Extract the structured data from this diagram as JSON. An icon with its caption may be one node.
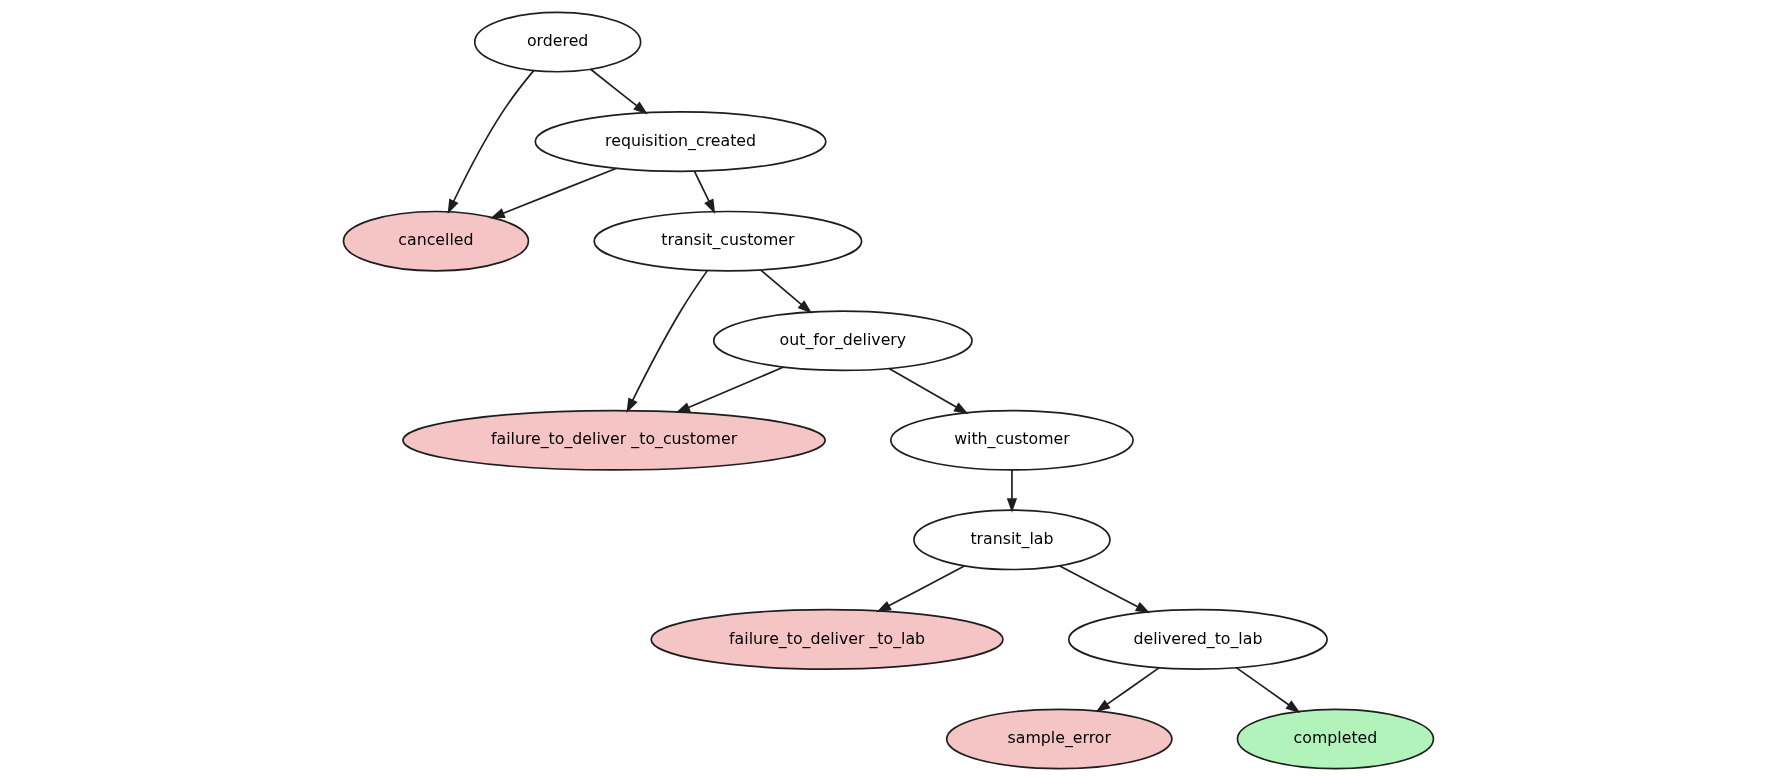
{
  "diagram": {
    "nodes": [
      {
        "text": [
          "ordered"
        ]
      },
      {
        "text": [
          "cancelled"
        ]
      },
      {
        "text": [
          "requisition_created"
        ]
      },
      {
        "text": [
          "transit_customer"
        ]
      },
      {
        "text": [
          "failure_to_deliver _to_customer"
        ]
      },
      {
        "text": [
          "out_for_delivery"
        ]
      },
      {
        "text": [
          "with_customer"
        ]
      },
      {
        "text": [
          "transit_lab"
        ]
      },
      {
        "text": [
          "failure_to_deliver _to_lab"
        ]
      },
      {
        "text": [
          "delivered_to_lab"
        ]
      },
      {
        "text": [
          "sample_error"
        ]
      },
      {
        "text": [
          "completed"
        ]
      }
    ],
    "edges": [
      {
        "from": 0,
        "to": 1,
        "arrow": "to"
      },
      {
        "from": 0,
        "to": 2,
        "arrow": "to"
      },
      {
        "from": 2,
        "to": 1,
        "arrow": "to"
      },
      {
        "from": 2,
        "to": 3,
        "arrow": "to"
      },
      {
        "from": 3,
        "to": 4,
        "arrow": "to"
      },
      {
        "from": 3,
        "to": 5,
        "arrow": "to"
      },
      {
        "from": 5,
        "to": 4,
        "arrow": "to"
      },
      {
        "from": 5,
        "to": 6,
        "arrow": "to"
      },
      {
        "from": 6,
        "to": 7,
        "arrow": "to"
      },
      {
        "from": 7,
        "to": 8,
        "arrow": "to"
      },
      {
        "from": 7,
        "to": 9,
        "arrow": "to"
      },
      {
        "from": 9,
        "to": 10,
        "arrow": "to"
      },
      {
        "from": 9,
        "to": 11,
        "arrow": "to"
      }
    ]
  }
}
